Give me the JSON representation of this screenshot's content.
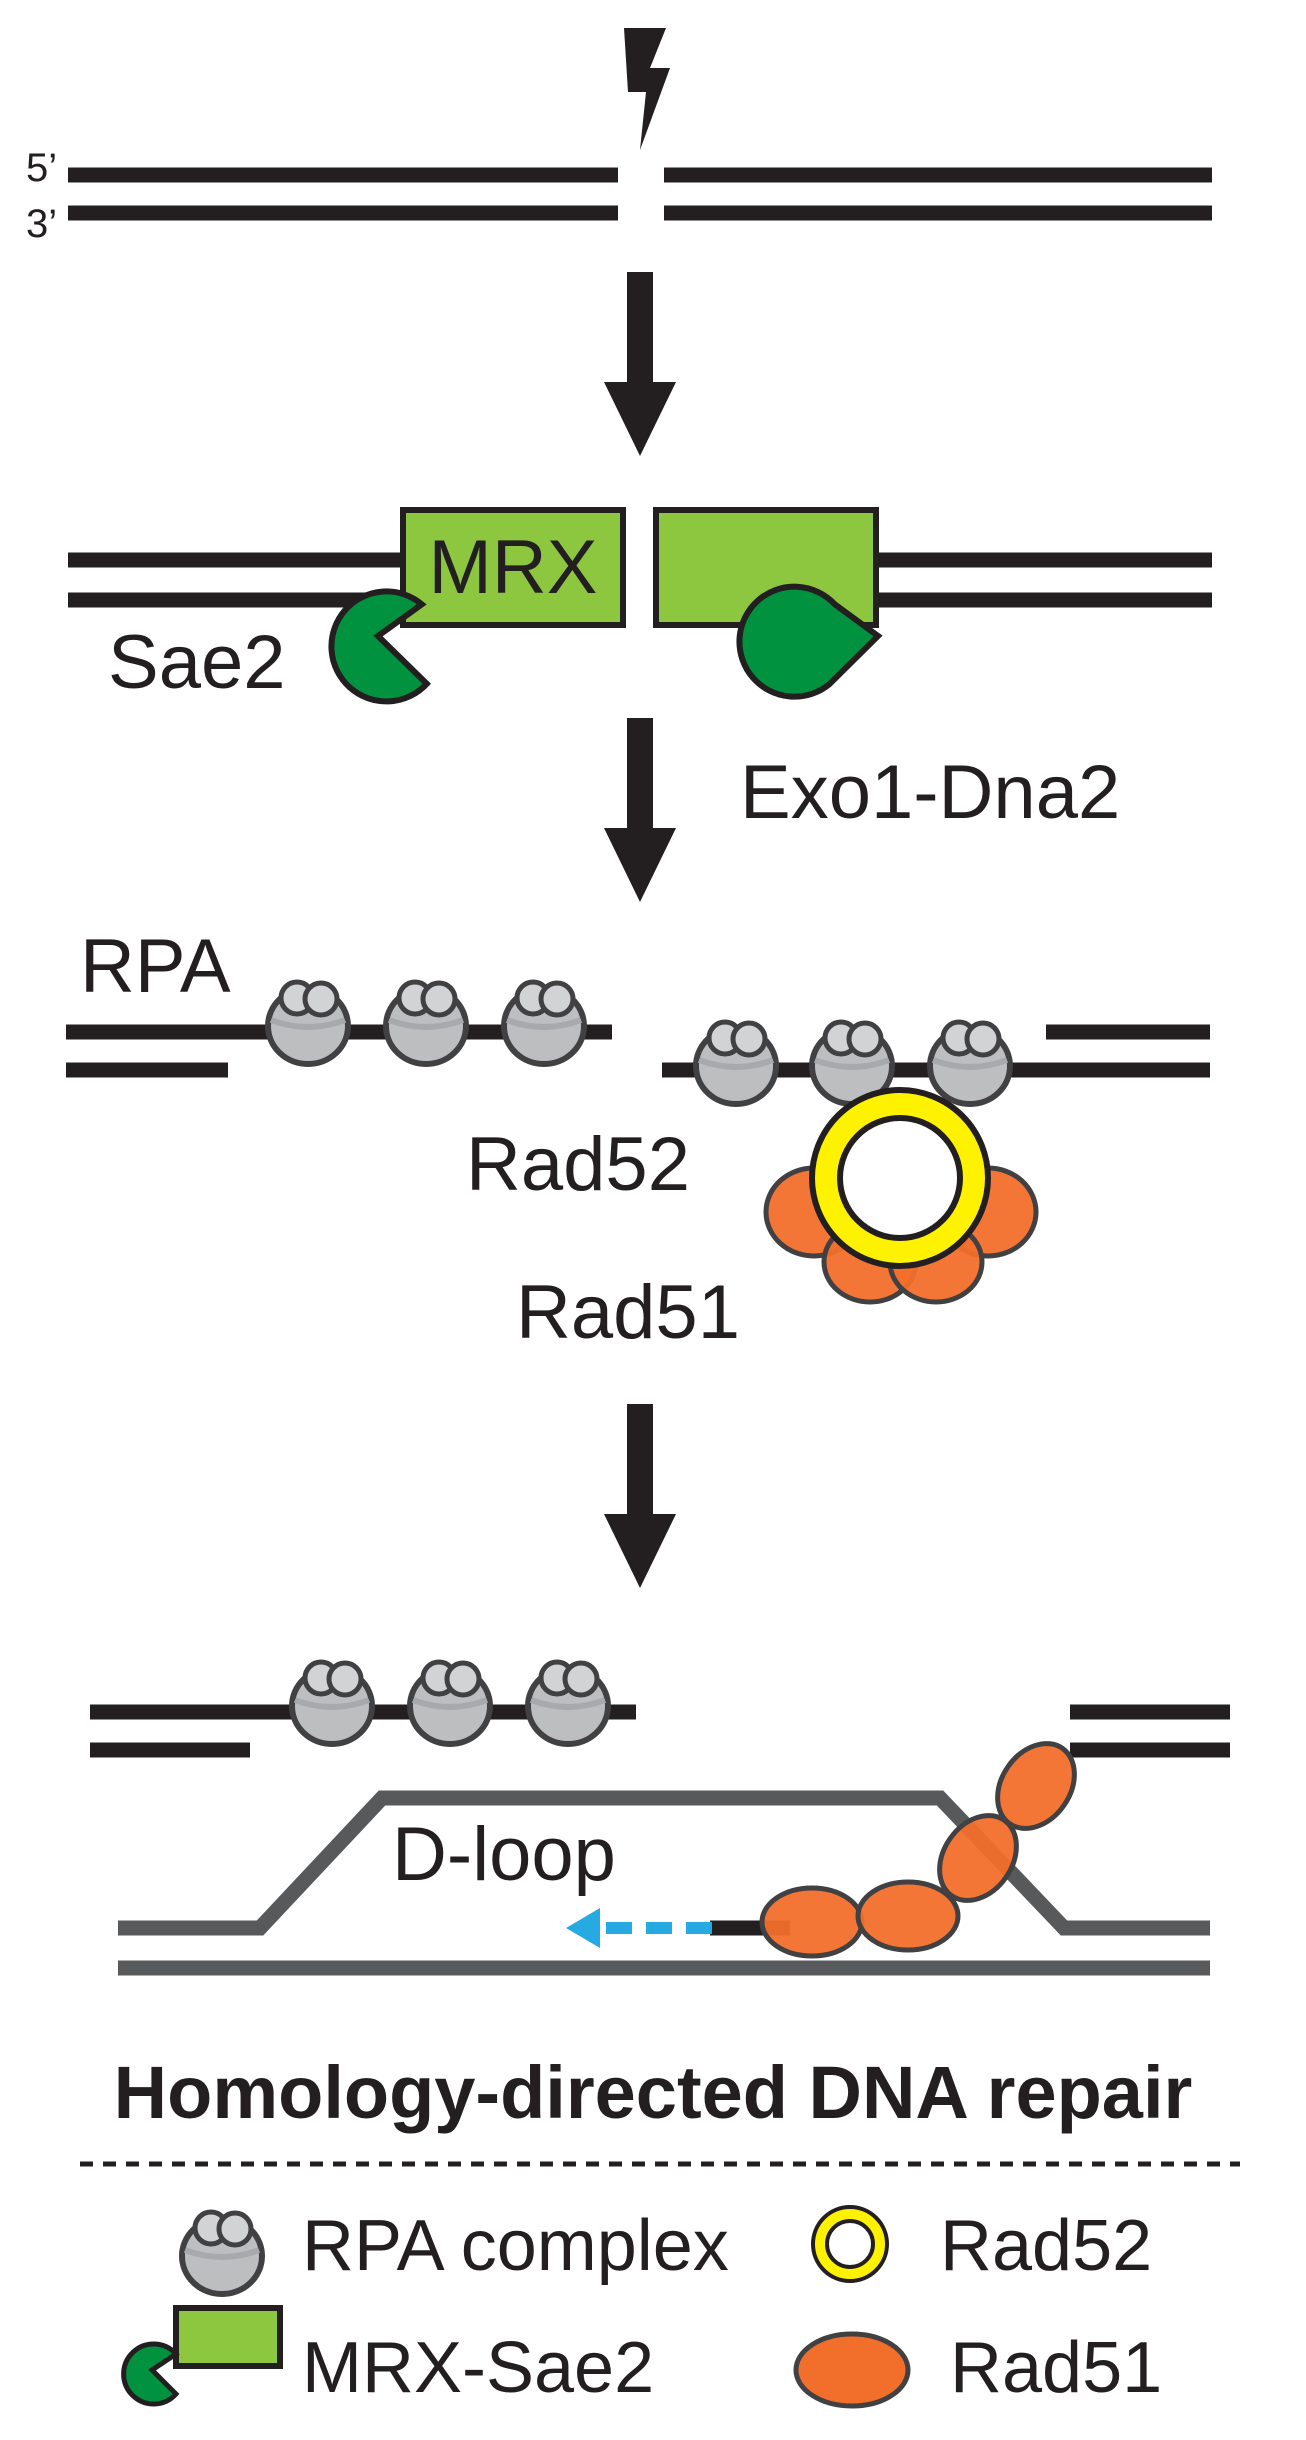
{
  "strand_labels": {
    "five_prime": "5’",
    "three_prime": "3’"
  },
  "labels": {
    "mrx": "MRX",
    "sae2": "Sae2",
    "exo1_dna2": "Exo1-Dna2",
    "rpa": "RPA",
    "rad52": "Rad52",
    "rad51": "Rad51",
    "dloop": "D-loop"
  },
  "title": "Homology-directed DNA repair",
  "legend": [
    {
      "icon": "rpa-complex-icon",
      "label": "RPA complex"
    },
    {
      "icon": "rad52-ring-icon",
      "label": "Rad52"
    },
    {
      "icon": "mrx-sae2-icon",
      "label": "MRX-Sae2"
    },
    {
      "icon": "rad51-icon",
      "label": "Rad51"
    }
  ],
  "colors": {
    "dna": "#231f20",
    "donor_dna": "#58595b",
    "mrx": "#8dc63f",
    "sae2": "#00923f",
    "rpa": "#bcbec0",
    "rad52": "#fff200",
    "rad51": "#f26f2b",
    "synthesis": "#27aae1"
  }
}
